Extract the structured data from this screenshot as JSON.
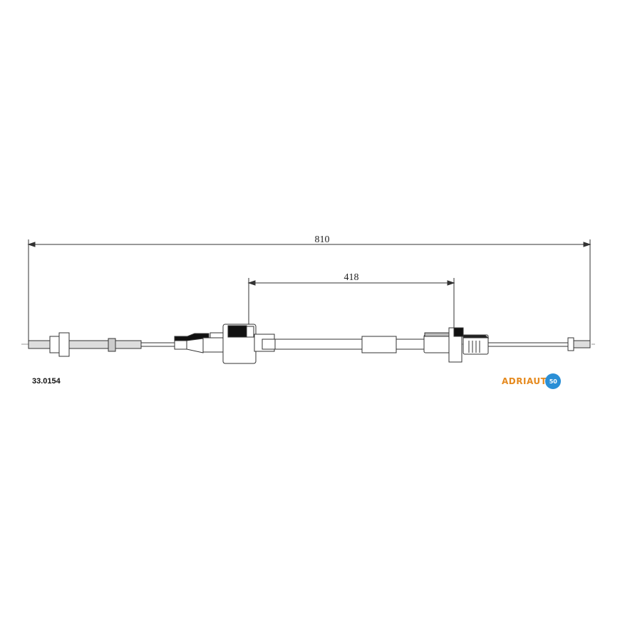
{
  "drawing": {
    "overall_length": "810",
    "inner_length": "418",
    "part_number": "33.0154"
  },
  "brand": {
    "name": "ADRIAUT",
    "badge": "50",
    "text_color": "#e58a1f",
    "badge_color": "#2a8fd6"
  }
}
